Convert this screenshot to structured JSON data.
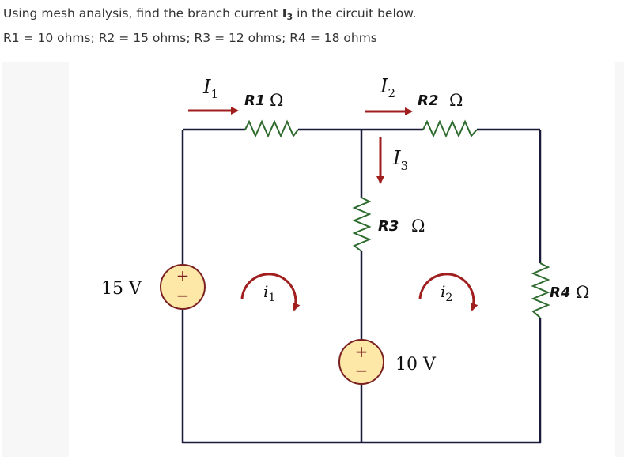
{
  "question": {
    "line1_before": "Using mesh analysis, find the branch current ",
    "line1_var": "I",
    "line1_sub": "3",
    "line1_after": " in the circuit below.",
    "line2": "R1 = 10 ohms; R2 = 15 ohms; R3 = 12 ohms; R4 = 18 ohms"
  },
  "circuit": {
    "colors": {
      "wire": "#1a1a3a",
      "resistor": "#2e6b2e",
      "arrow": "#a01e1e",
      "source_fill": "#fde8a8",
      "source_stroke": "#7a2020",
      "text": "#111111"
    },
    "labels": {
      "I1": "I",
      "I1_sub": "1",
      "I2": "I",
      "I2_sub": "2",
      "I3": "I",
      "I3_sub": "3",
      "R1": "R1",
      "R1_unit": "Ω",
      "R2": "R2",
      "R2_unit": "Ω",
      "R3": "R3",
      "R3_unit": "Ω",
      "R4": "R4",
      "R4_unit": "Ω",
      "V1": "15 V",
      "V2": "10 V",
      "mesh1": "i",
      "mesh1_sub": "1",
      "mesh2": "i",
      "mesh2_sub": "2",
      "plus": "+",
      "minus": "−"
    }
  }
}
